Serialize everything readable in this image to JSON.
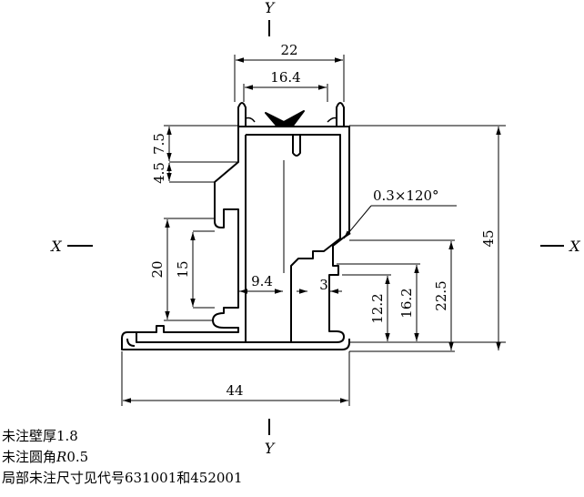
{
  "axes": {
    "y_top": "Y",
    "y_bottom": "Y",
    "x_left": "X",
    "x_right": "X"
  },
  "dimensions": {
    "top_width": "22",
    "top_inner": "16.4",
    "left_top_a": "7.5",
    "left_top_b": "4.5",
    "left_20": "20",
    "left_15": "15",
    "inner_9_4": "9.4",
    "inner_3": "3",
    "right_12_2": "12.2",
    "right_16_2": "16.2",
    "right_22_5": "22.5",
    "height_45": "45",
    "bottom_44": "44",
    "chamfer": "0.3×120°"
  },
  "notes": {
    "line1": "未注壁厚1.8",
    "line2_prefix": "未注圆角",
    "line2_symbol": "R",
    "line2_value": "0.5",
    "line3": "局部未注尺寸见代号631001和452001"
  }
}
